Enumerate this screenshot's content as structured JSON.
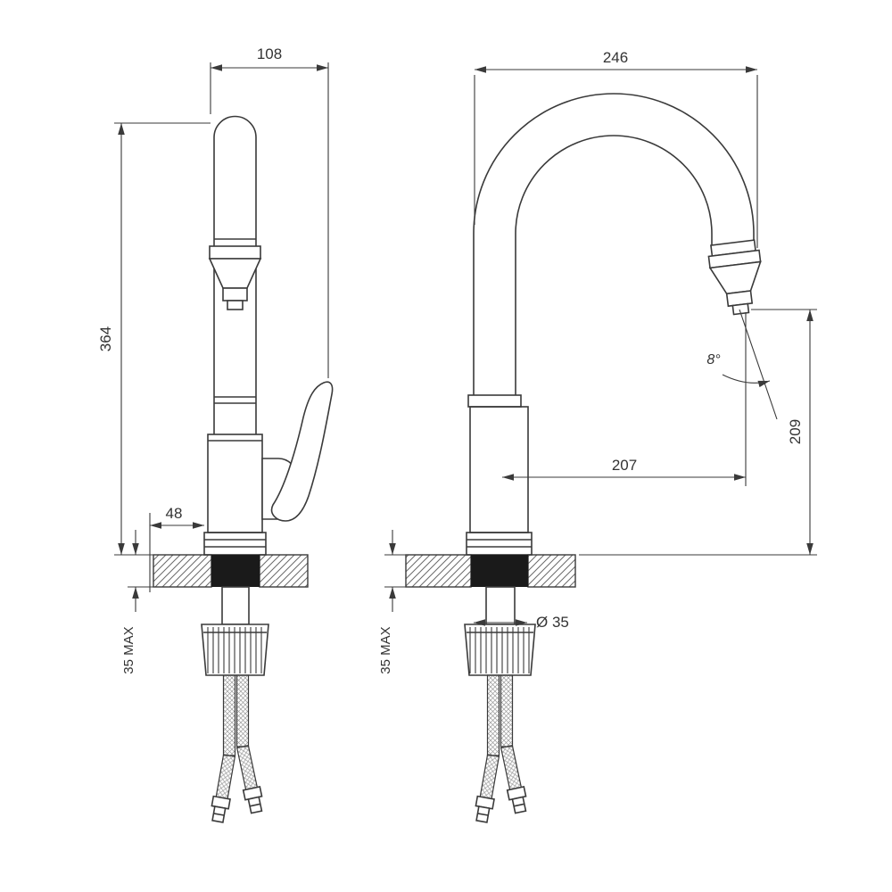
{
  "drawing": {
    "type": "technical-drawing",
    "subject": "kitchen faucet dimensional drawing, two views",
    "colors": {
      "line": "#3a3a3a",
      "background": "#ffffff",
      "shank_fill": "#1a1a1a"
    },
    "views": {
      "side": {
        "dims": {
          "width": "108",
          "height": "364",
          "base_offset": "48",
          "counter_thickness": "35 MAX"
        }
      },
      "front": {
        "dims": {
          "width": "246",
          "spout_reach": "207",
          "outlet_height": "209",
          "outlet_angle": "8°",
          "counter_thickness": "35 MAX",
          "shank_diameter": "Ø 35"
        }
      }
    }
  }
}
